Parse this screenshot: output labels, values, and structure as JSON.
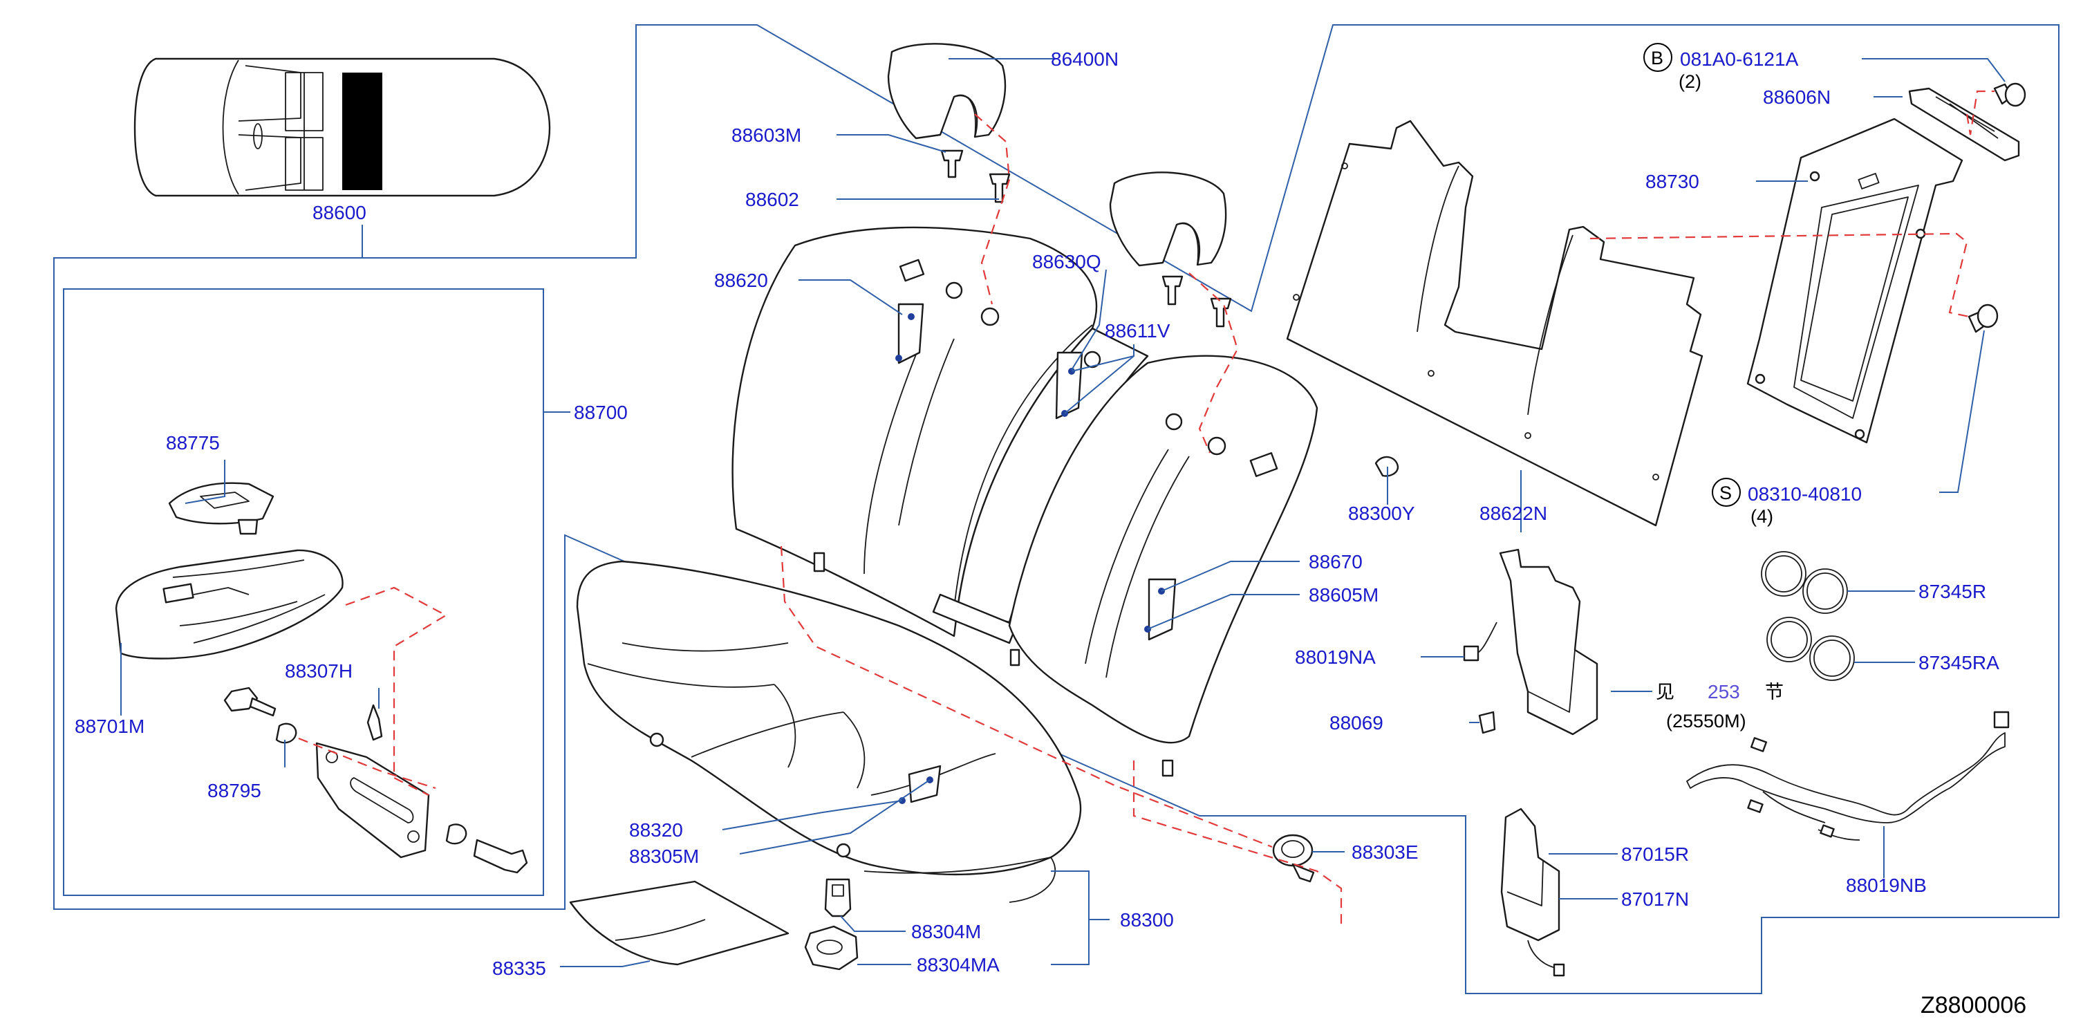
{
  "diagram": {
    "reference_code": "Z8800006",
    "parts": {
      "p86400N": "86400N",
      "p88603M": "88603M",
      "p88602": "88602",
      "p88620": "88620",
      "p88630Q": "88630Q",
      "p88611V": "88611V",
      "p88600": "88600",
      "p88700": "88700",
      "p88775": "88775",
      "p88701M": "88701M",
      "p88307H": "88307H",
      "p88795": "88795",
      "p88670": "88670",
      "p88605M": "88605M",
      "p88320": "88320",
      "p88305M": "88305M",
      "p88300": "88300",
      "p88335": "88335",
      "p88304M": "88304M",
      "p88304MA": "88304MA",
      "p88303E": "88303E",
      "p88300Y": "88300Y",
      "p88622N": "88622N",
      "p88730": "88730",
      "p88606N": "88606N",
      "p081A0": "081A0-6121A",
      "p081A0_qty": "(2)",
      "p08310": "08310-40810",
      "p08310_qty": "(4)",
      "p87345R": "87345R",
      "p87345RA": "87345RA",
      "p88019NA": "88019NA",
      "p88069": "88069",
      "p87015R": "87015R",
      "p87017N": "87017N",
      "p88019NB": "88019NB"
    },
    "markers": {
      "bolt_b": "B",
      "screw_s": "S"
    },
    "see_section": {
      "prefix": "见",
      "number": "253",
      "suffix": "节",
      "sub": "(25550M)"
    },
    "colors": {
      "label": "#1a1acd",
      "leader": "#2e5fa8",
      "dashed_link": "#e23a3a",
      "outline": "#1a1a1a"
    }
  }
}
